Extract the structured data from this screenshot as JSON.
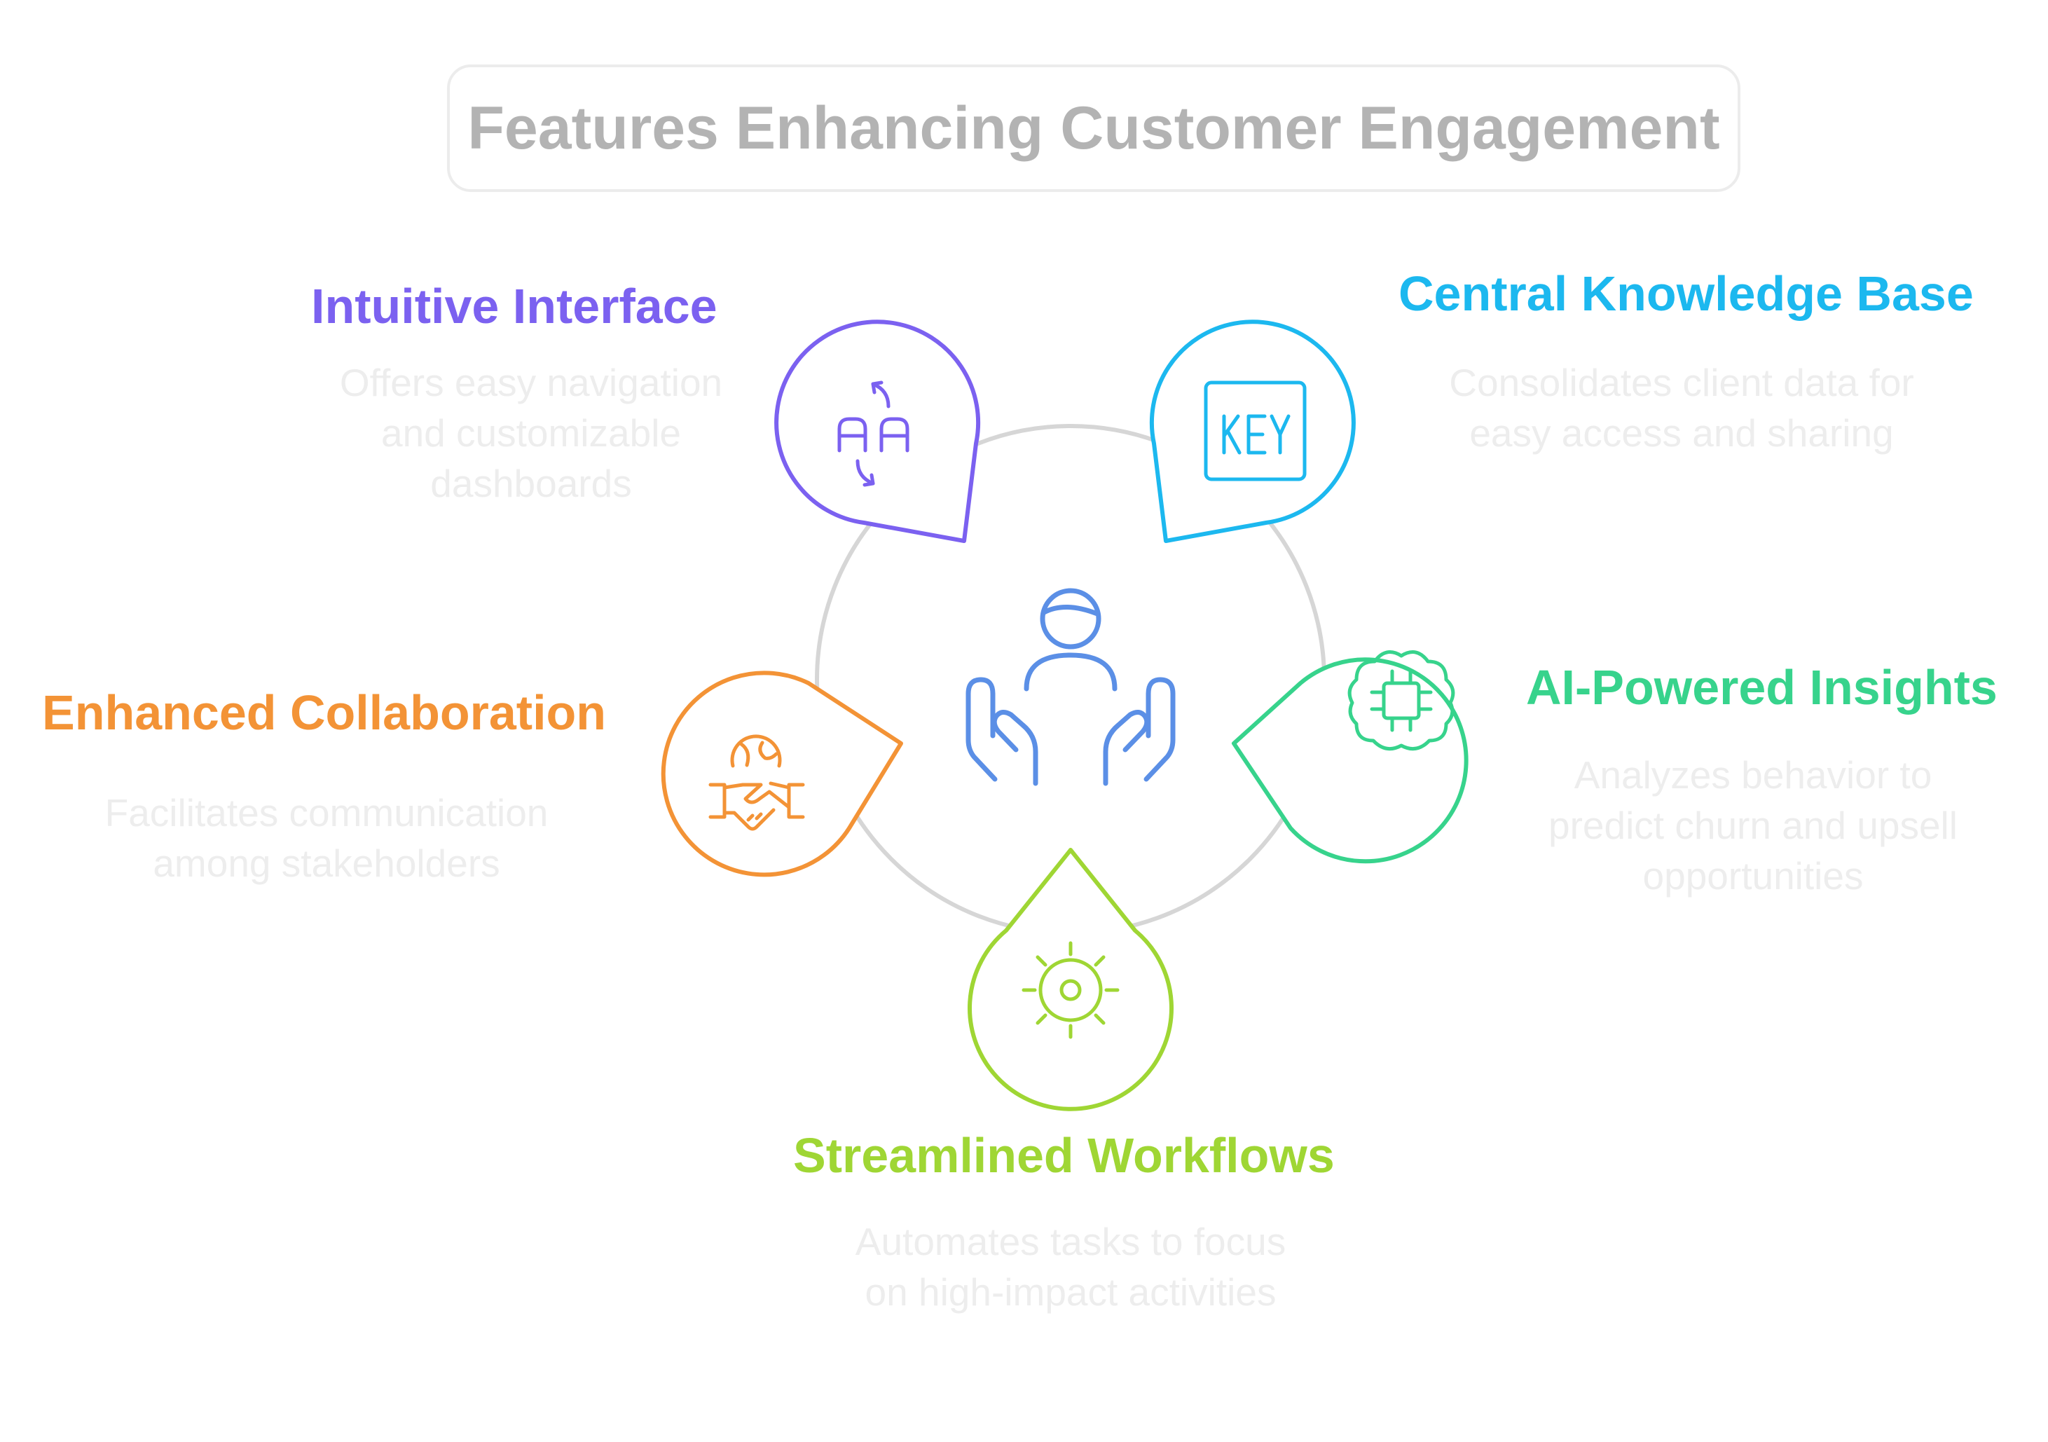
{
  "title": "Features Enhancing Customer Engagement",
  "center_icon": "hands-holding-person-icon",
  "features": [
    {
      "id": "intuitive-interface",
      "heading": "Intuitive Interface",
      "desc_lines": [
        "Offers easy navigation",
        "and customizable",
        "dashboards"
      ],
      "color": "#7b61f0",
      "icon": "font-swap-icon"
    },
    {
      "id": "central-knowledge-base",
      "heading": "Central Knowledge Base",
      "desc_lines": [
        "Consolidates client data for",
        "easy access and sharing"
      ],
      "color": "#1cb8ef",
      "icon": "key-icon"
    },
    {
      "id": "ai-powered-insights",
      "heading": "AI-Powered Insights",
      "desc_lines": [
        "Analyzes behavior to",
        "predict churn and upsell",
        "opportunities"
      ],
      "color": "#37d38c",
      "icon": "brain-chip-icon"
    },
    {
      "id": "streamlined-workflows",
      "heading": "Streamlined Workflows",
      "desc_lines": [
        "Automates tasks to focus",
        "on high-impact activities"
      ],
      "color": "#9fd634",
      "icon": "sun-gear-icon"
    },
    {
      "id": "enhanced-collaboration",
      "heading": "Enhanced Collaboration",
      "desc_lines": [
        "Facilitates communication",
        "among stakeholders"
      ],
      "color": "#f39336",
      "icon": "global-handshake-icon"
    }
  ]
}
